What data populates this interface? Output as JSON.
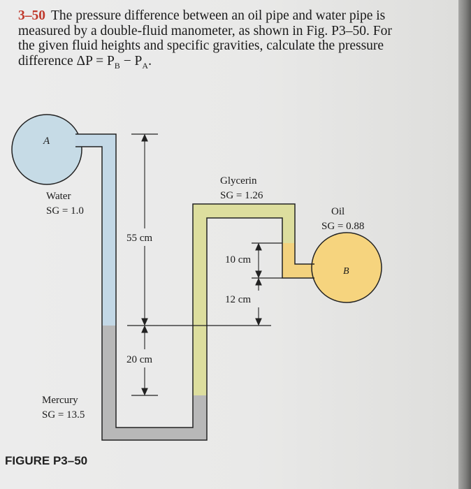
{
  "problem": {
    "number": "3–50",
    "text": "The pressure difference between an oil pipe and water pipe is measured by a double-fluid manometer, as shown in Fig. P3–50. For the given fluid heights and specific gravities, calculate the pressure difference ΔP = P",
    "sub_b": "B",
    "minus": " − P",
    "sub_a": "A",
    "end": "."
  },
  "figure": {
    "caption": "FIGURE P3–50",
    "labels": {
      "pipe_a": "A",
      "pipe_b": "B",
      "water_name": "Water",
      "water_sg": "SG = 1.0",
      "glycerin_name": "Glycerin",
      "glycerin_sg": "SG = 1.26",
      "oil_name": "Oil",
      "oil_sg": "SG = 0.88",
      "mercury_name": "Mercury",
      "mercury_sg": "SG = 13.5",
      "dim_55": "55 cm",
      "dim_20": "20 cm",
      "dim_10": "10 cm",
      "dim_12": "12 cm"
    },
    "colors": {
      "water": "#c3d8e6",
      "glycerin": "#ddde9e",
      "oil": "#f3d27e",
      "mercury": "#b8b8b8",
      "pipe_a": "#c6dbe6",
      "pipe_b": "#f6d47e"
    }
  }
}
